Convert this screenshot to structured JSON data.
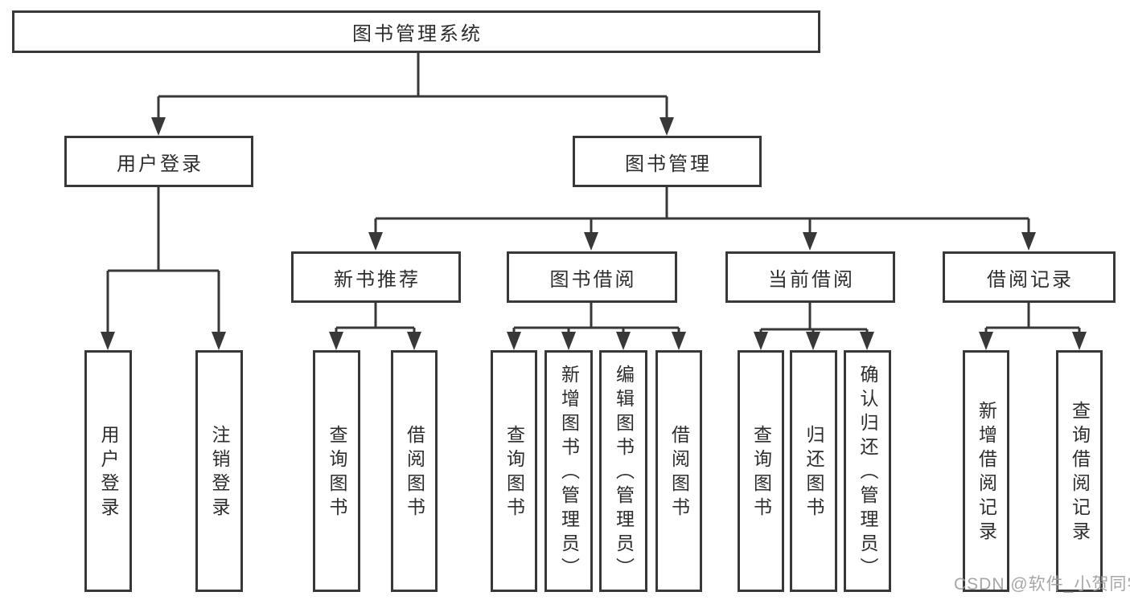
{
  "diagram": {
    "nodes": {
      "root": "图书管理系统",
      "user_login": "用户登录",
      "book_mgmt": "图书管理",
      "leaf_user_login": "用户登录",
      "leaf_logout": "注销登录",
      "new_book": "新书推荐",
      "book_borrow": "图书借阅",
      "current_borrow": "当前借阅",
      "borrow_record": "借阅记录",
      "nb_query": "查询图书",
      "nb_borrow": "借阅图书",
      "bb_query": "查询图书",
      "bb_add": "新增图书（管理员）",
      "bb_edit": "编辑图书（管理员）",
      "bb_borrow": "借阅图书",
      "cb_query": "查询图书",
      "cb_return": "归还图书",
      "cb_confirm": "确认归还（管理员）",
      "br_add": "新增借阅记录",
      "br_query": "查询借阅记录"
    }
  },
  "watermark": "CSDN @软件_小贺同学",
  "colors": {
    "line": "#383838",
    "text": "#2d2d2d",
    "watermark": "#9e9e9e",
    "background": "#ffffff"
  }
}
